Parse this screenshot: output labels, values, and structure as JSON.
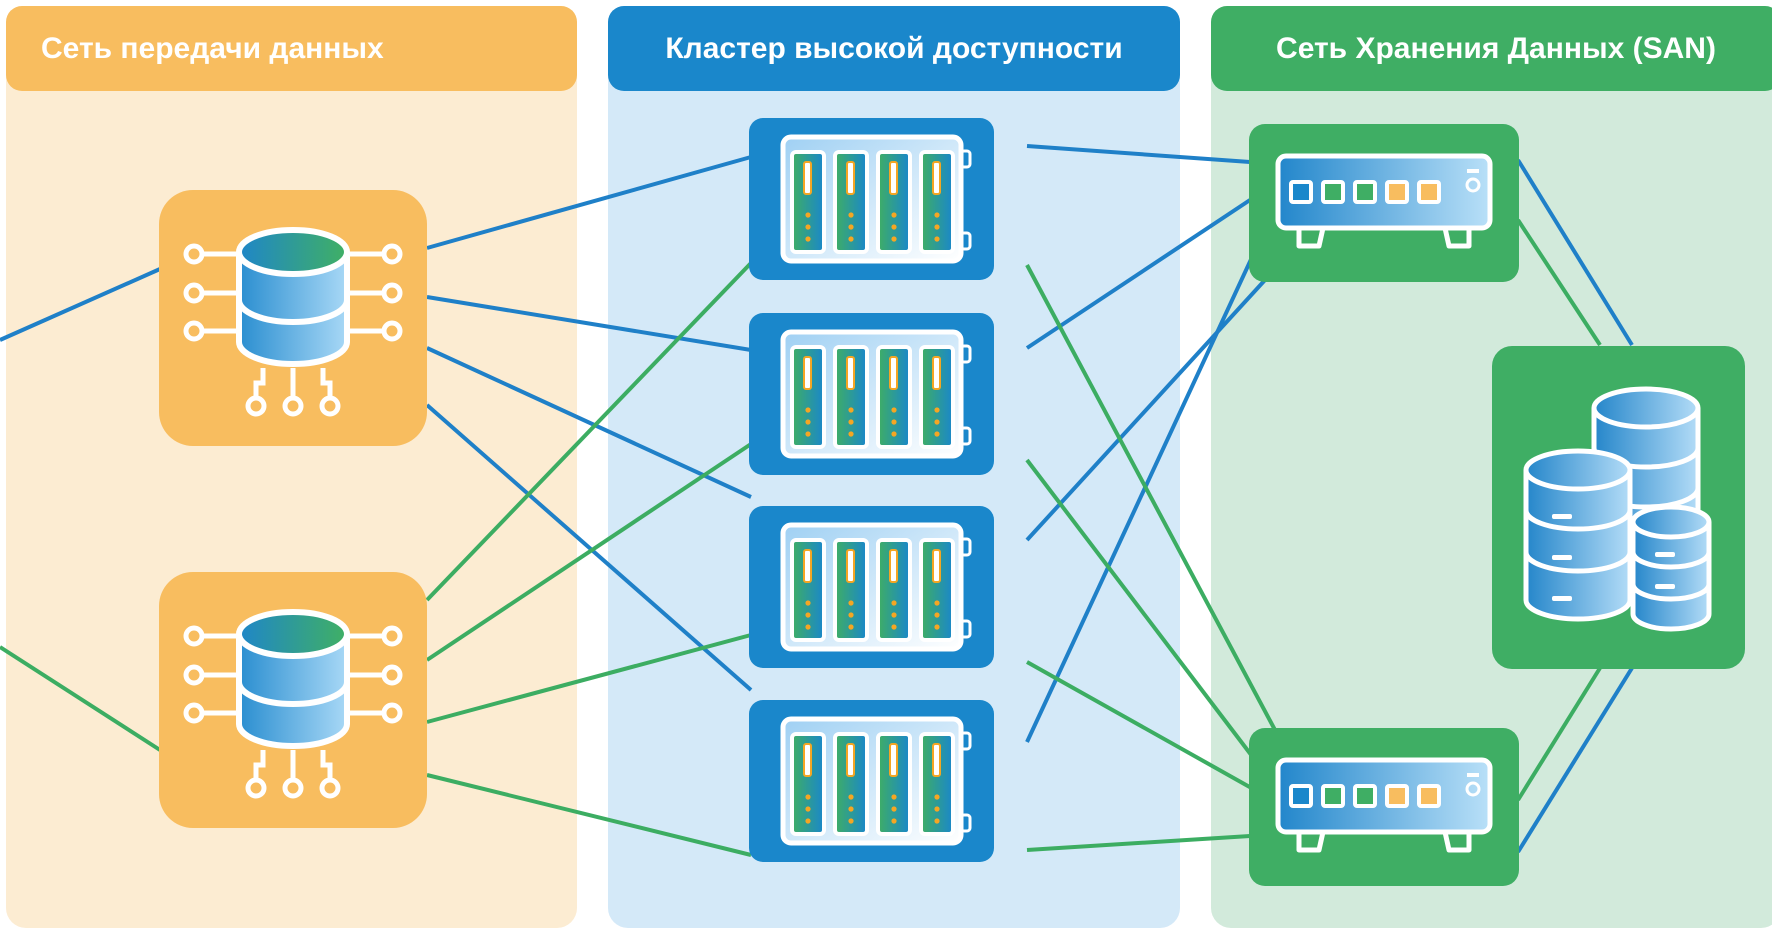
{
  "zones": {
    "data_network": {
      "title": "Сеть передачи данных"
    },
    "ha_cluster": {
      "title": "Кластер высокой доступности"
    },
    "san": {
      "title": "Сеть Хранения Данных (SAN)"
    }
  },
  "nodes": {
    "databases": [
      "database-node-1",
      "database-node-2"
    ],
    "servers": [
      "server-node-1",
      "server-node-2",
      "server-node-3",
      "server-node-4"
    ],
    "switches": [
      "san-switch-1",
      "san-switch-2"
    ],
    "storage": "storage-array"
  },
  "colors": {
    "orange": "#f8bd5f",
    "orange_light": "#fcecd2",
    "blue": "#1a87cb",
    "blue_light": "#d4e9f8",
    "green": "#3fae64",
    "green_light": "#d2eadb",
    "link_blue": "#1f80c8",
    "link_green": "#3cad62"
  }
}
